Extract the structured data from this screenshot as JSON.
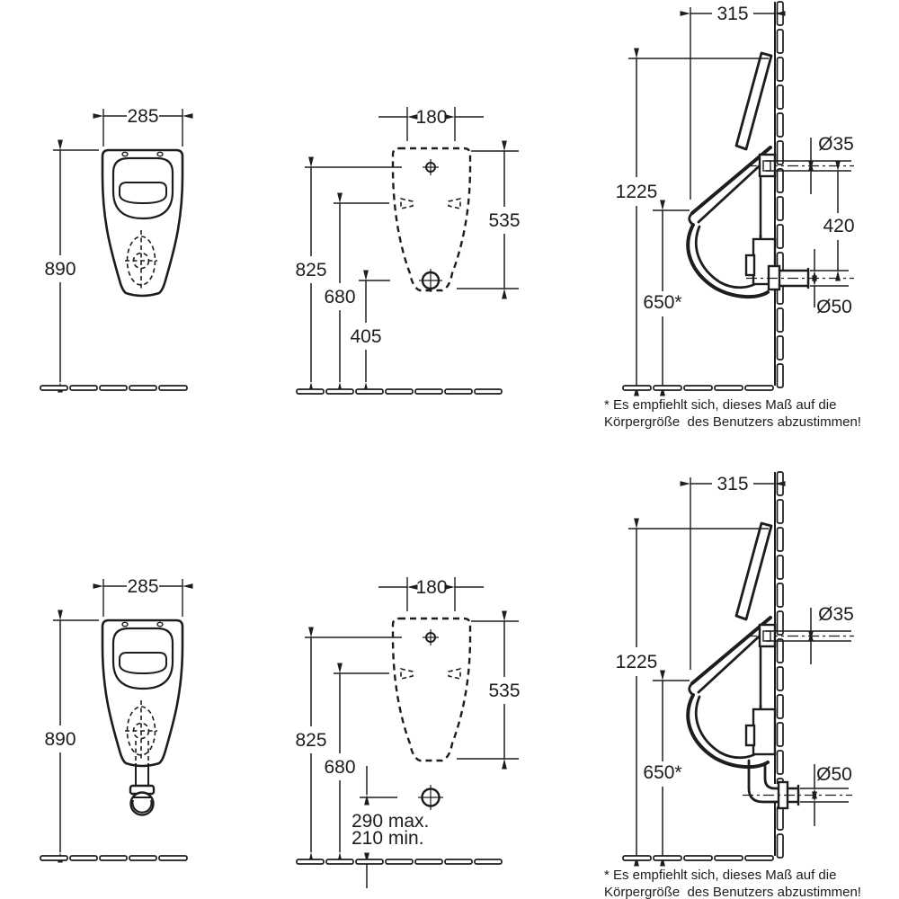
{
  "colors": {
    "line": "#1d1d1d",
    "background": "#ffffff"
  },
  "footnote_top": {
    "line1": "* Es empfiehlt sich, dieses Maß auf die",
    "line2": "Körpergröße  des Benutzers abzustimmen!"
  },
  "footnote_bottom": {
    "line1": "* Es empfiehlt sich, dieses Maß auf die",
    "line2": "Körpergröße  des Benutzers abzustimmen!"
  },
  "panels": {
    "top_front": {
      "width": "285",
      "height": "890"
    },
    "top_mounting": {
      "width": "180",
      "side_height": "535",
      "top_hole_height": "825",
      "fixing_height": "680",
      "drain_height": "405"
    },
    "top_side": {
      "depth": "315",
      "total_height": "1225",
      "rim_height": "650*",
      "inlet_diameter": "Ø35",
      "connection_spacing": "420",
      "outlet_diameter": "Ø50"
    },
    "bottom_front": {
      "width": "285",
      "height": "890"
    },
    "bottom_mounting": {
      "width": "180",
      "side_height": "535",
      "top_hole_height": "825",
      "fixing_height": "680",
      "drain_max": "290 max.",
      "drain_min": "210 min."
    },
    "bottom_side": {
      "depth": "315",
      "total_height": "1225",
      "rim_height": "650*",
      "inlet_diameter": "Ø35",
      "outlet_diameter": "Ø50"
    }
  }
}
